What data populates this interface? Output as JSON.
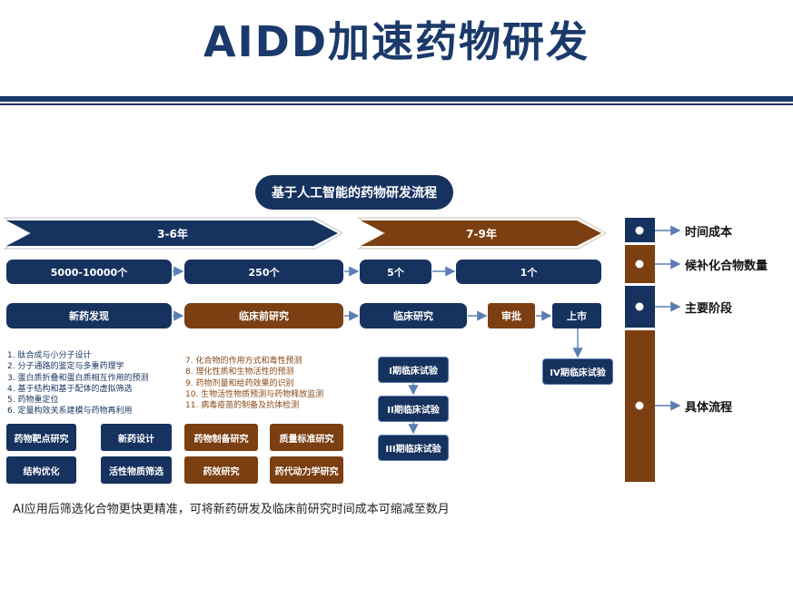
{
  "title": "AIDD加速药物研发",
  "process_title": "基于人工智能的药物研发流程",
  "phases": [
    "3-6年",
    "7-9年"
  ],
  "counts": [
    "5000-10000个",
    "250个",
    "5个",
    "1个"
  ],
  "stages": [
    "新药发现",
    "临床前研究",
    "临床研究",
    "审批",
    "上市"
  ],
  "discovery_list": [
    "1. 肽合成与小分子设计",
    "2. 分子通路的鉴定与多重药理学",
    "3. 蛋白质折叠和蛋白质相互作用的预测",
    "4. 基于结构和基于配体的虚拟筛选",
    "5. 药物重定位",
    "6. 定量构效关系建模与药物再利用"
  ],
  "preclinical_list": [
    "7. 化合物的作用方式和毒性预测",
    "8. 理化性质和生物活性的预测",
    "9. 药物剂量和给药效果的识别",
    "10. 生物活性物质预测与药物释放监测",
    "11. 病毒疫苗的制备及抗体检测"
  ],
  "discovery_boxes": [
    "药物靶点研究",
    "新药设计",
    "结构优化",
    "活性物质筛选"
  ],
  "preclinical_boxes": [
    "药物制备研究",
    "质量标准研究",
    "药效研究",
    "药代动力学研究"
  ],
  "clinical_trials": [
    "I期临床试验",
    "II期临床试验",
    "III期临床试验"
  ],
  "market_trial": "IV期临床试验",
  "legend": [
    "时间成本",
    "候补化合物数量",
    "主要阶段",
    "具体流程"
  ],
  "footer": "AI应用后筛选化合物更快更精准，可将新药研发及临床前研究时间成本可缩减至数月",
  "colors": {
    "navy": "#16325f",
    "brown": "#7b3f11",
    "arrow": "#5b7fb3"
  }
}
